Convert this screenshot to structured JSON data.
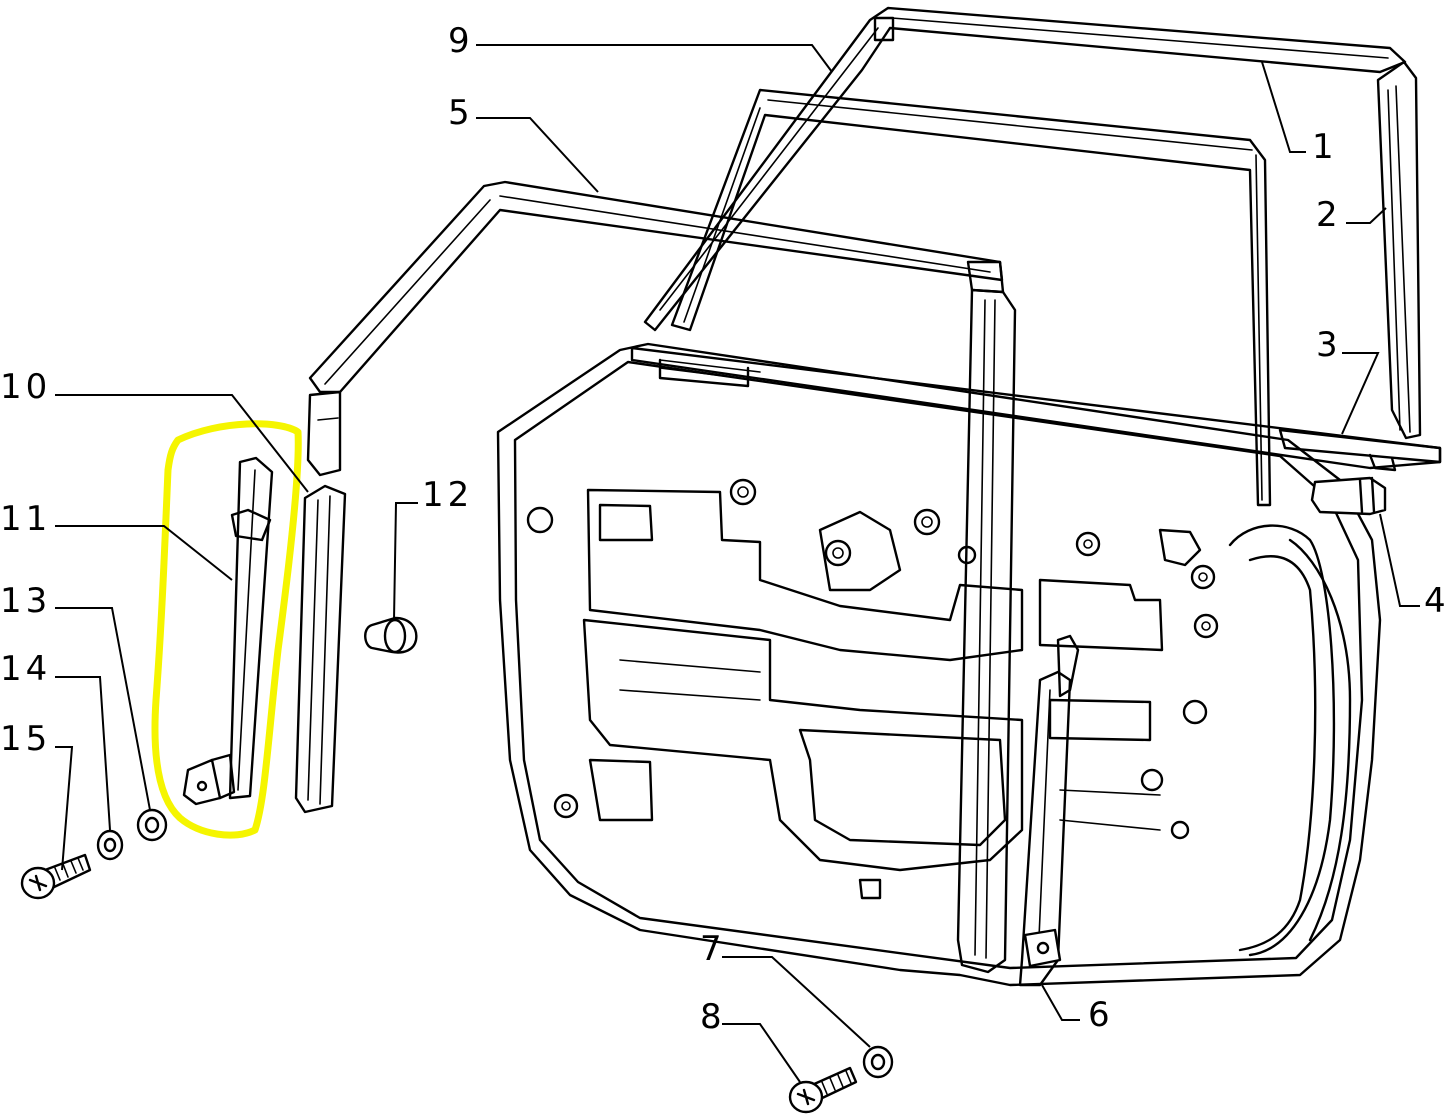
{
  "diagram": {
    "highlight_color": "#f5f500",
    "labels": [
      {
        "id": "1",
        "text": "1"
      },
      {
        "id": "2",
        "text": "2"
      },
      {
        "id": "3",
        "text": "3"
      },
      {
        "id": "4",
        "text": "4"
      },
      {
        "id": "5",
        "text": "5"
      },
      {
        "id": "6",
        "text": "6"
      },
      {
        "id": "7",
        "text": "7"
      },
      {
        "id": "8",
        "text": "8"
      },
      {
        "id": "9",
        "text": "9"
      },
      {
        "id": "10",
        "text": "10"
      },
      {
        "id": "11",
        "text": "11"
      },
      {
        "id": "12",
        "text": "12"
      },
      {
        "id": "13",
        "text": "13"
      },
      {
        "id": "14",
        "text": "14"
      },
      {
        "id": "15",
        "text": "15"
      }
    ]
  }
}
